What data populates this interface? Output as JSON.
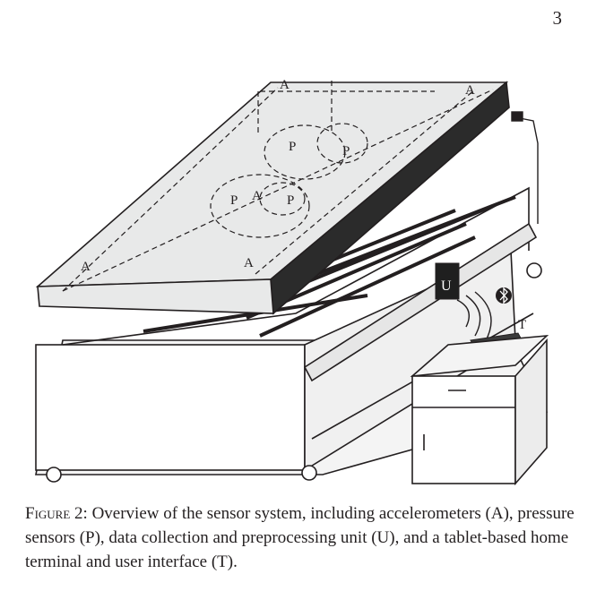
{
  "page": {
    "number": "3"
  },
  "figure": {
    "labels": {
      "accelerometer": "A",
      "pressure": "P",
      "unit": "U",
      "terminal": "T"
    }
  },
  "caption": {
    "lead": "Figure 2:",
    "text": " Overview of the sensor system, including accelerometers (A), pressure sensors (P), data collection and preprocessing unit (U), and a tablet-based home terminal and user interface (T)."
  }
}
